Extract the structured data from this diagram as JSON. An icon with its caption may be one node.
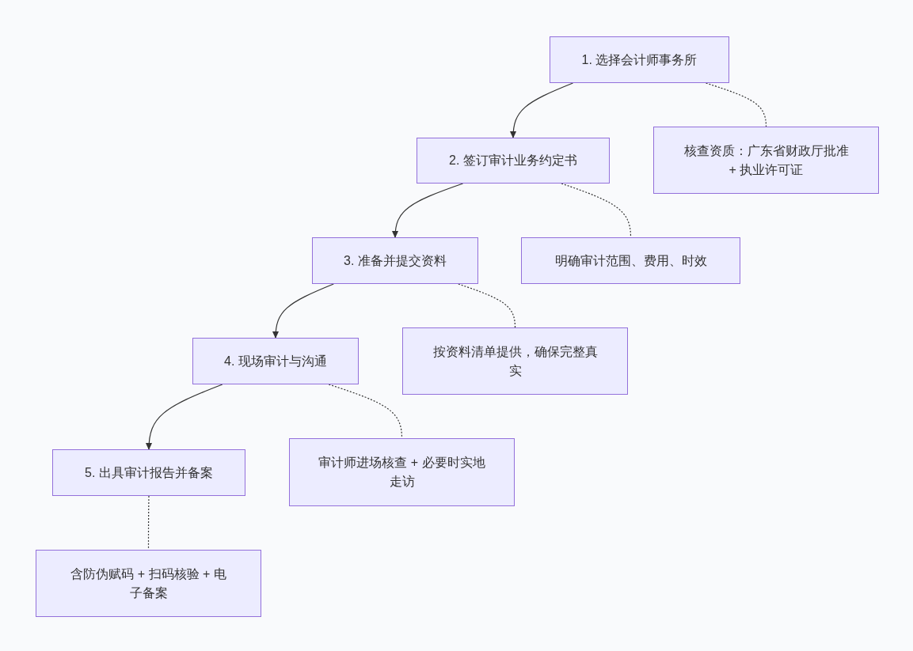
{
  "diagram": {
    "nodes": [
      {
        "text": [
          "1. 选择会计师事务所"
        ]
      },
      {
        "text": [
          "核查资质：广东省财政厅批准 + 执业许可证"
        ]
      },
      {
        "text": [
          "2. 签订审计业务约定书"
        ]
      },
      {
        "text": [
          "明确审计范围、费用、时效"
        ]
      },
      {
        "text": [
          "3. 准备并提交资料"
        ]
      },
      {
        "text": [
          "按资料清单提供，确保完整真实"
        ]
      },
      {
        "text": [
          "4. 现场审计与沟通"
        ]
      },
      {
        "text": [
          "审计师进场核查 + 必要时实地走访"
        ]
      },
      {
        "text": [
          "5. 出具审计报告并备案"
        ]
      },
      {
        "text": [
          "含防伪赋码 + 扫码核验 + 电子备案"
        ]
      }
    ],
    "edges": [
      {
        "from": 0,
        "to": 2,
        "arrow": "to"
      },
      {
        "from": 0,
        "to": 1,
        "arrow": "none",
        "style": "dashed"
      },
      {
        "from": 2,
        "to": 4,
        "arrow": "to"
      },
      {
        "from": 2,
        "to": 3,
        "arrow": "none",
        "style": "dashed"
      },
      {
        "from": 4,
        "to": 6,
        "arrow": "to"
      },
      {
        "from": 4,
        "to": 5,
        "arrow": "none",
        "style": "dashed"
      },
      {
        "from": 6,
        "to": 8,
        "arrow": "to"
      },
      {
        "from": 6,
        "to": 7,
        "arrow": "none",
        "style": "dashed"
      },
      {
        "from": 8,
        "to": 9,
        "arrow": "none",
        "style": "dashed"
      }
    ]
  }
}
